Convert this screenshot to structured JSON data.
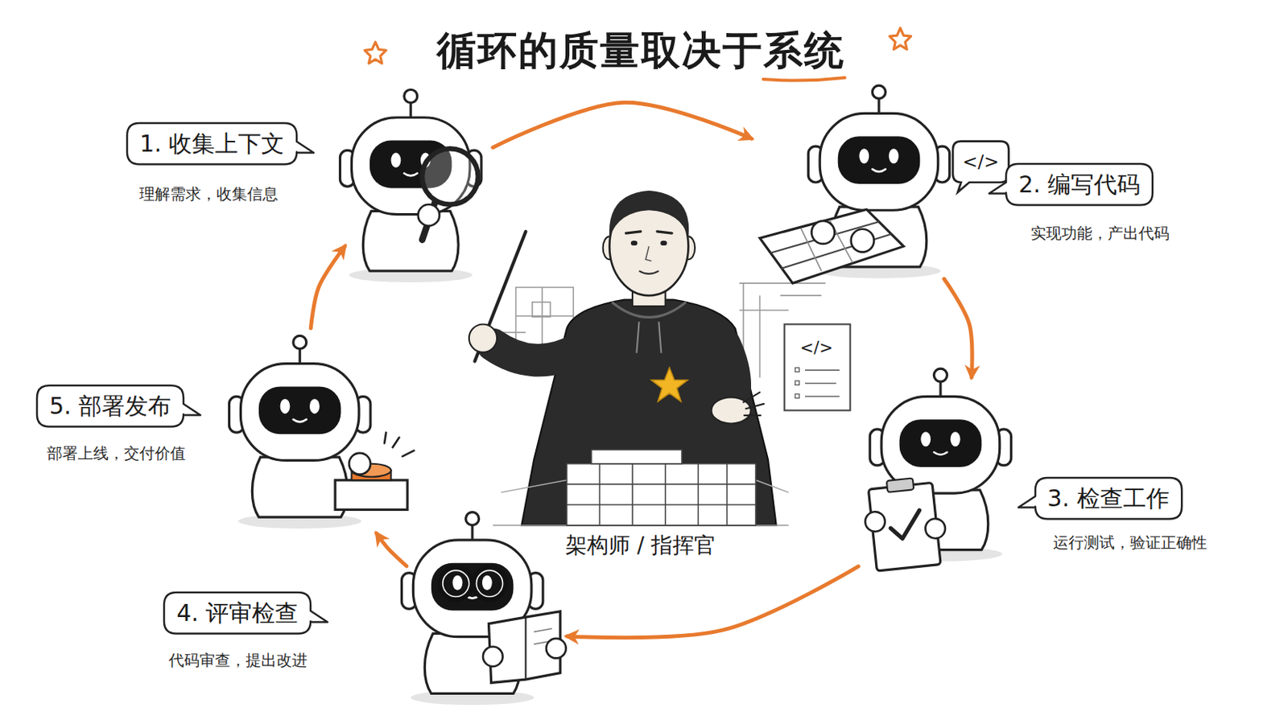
{
  "diagram": {
    "title": "循环的质量取决于系统",
    "nodes": [
      {
        "text": [
          "1. 收集上下文",
          "理解需求，收集信息"
        ]
      },
      {
        "text": [
          "2. 编写代码",
          "实现功能，产出代码"
        ]
      },
      {
        "text": [
          "3. 检查工作",
          "运行测试，验证正确性"
        ]
      },
      {
        "text": [
          "4. 评审检查",
          "代码审查，提出改进"
        ]
      },
      {
        "text": [
          "5. 部署发布",
          "部署上线，交付价值"
        ]
      }
    ],
    "edges": [
      {
        "from": 0,
        "to": 1,
        "arrow": "to"
      },
      {
        "from": 1,
        "to": 2,
        "arrow": "to"
      },
      {
        "from": 2,
        "to": 3,
        "arrow": "to"
      },
      {
        "from": 3,
        "to": 4,
        "arrow": "to"
      },
      {
        "from": 4,
        "to": 0,
        "arrow": "to"
      }
    ],
    "labels": [
      "</>",
      "</>",
      "架构师 / 指挥官"
    ]
  }
}
